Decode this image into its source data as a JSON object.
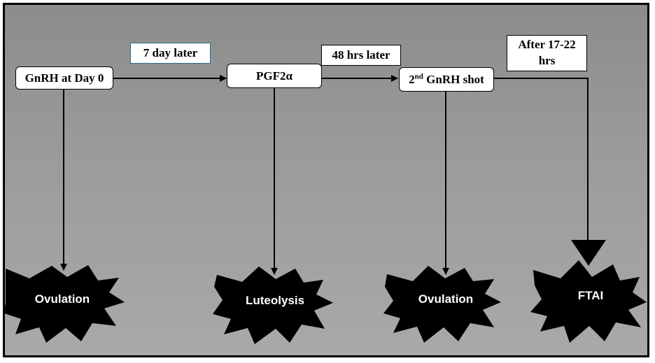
{
  "nodes": {
    "gnrh_day0": "GnRH at Day 0",
    "pgf2a": "PGF2α",
    "second_gnrh": {
      "sup_prefix": "2",
      "sup": "nd",
      "rest": " GnRH shot"
    }
  },
  "intervals": {
    "seven_day": "7 day later",
    "forty_eight": "48 hrs later",
    "after_line1": "After 17-22",
    "after_line2": "hrs"
  },
  "outcomes": {
    "ovulation_1": "Ovulation",
    "luteolysis": "Luteolysis",
    "ovulation_2": "Ovulation",
    "ftai": "FTAI"
  },
  "colors": {
    "background": "#999999",
    "burst": "#000000",
    "box": "#ffffff",
    "interval_box_border": "#2a6f8a"
  }
}
